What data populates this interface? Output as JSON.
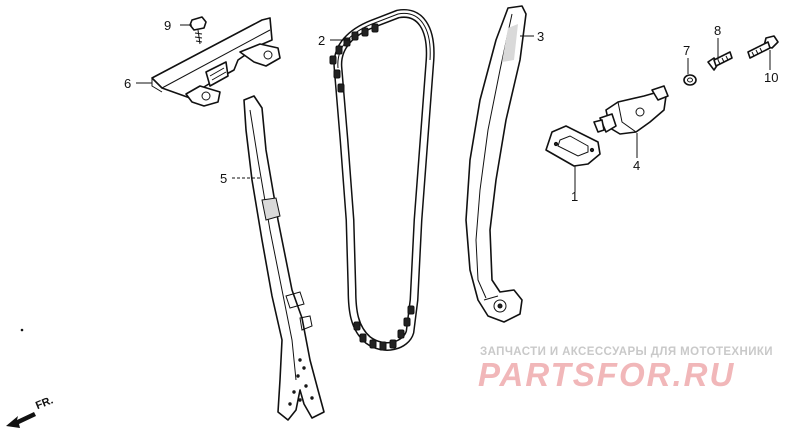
{
  "callouts": {
    "c1": "1",
    "c2": "2",
    "c3": "3",
    "c4": "4",
    "c5": "5",
    "c6": "6",
    "c7": "7",
    "c8": "8",
    "c9": "9",
    "c10": "10"
  },
  "direction_label": "FR.",
  "watermark": {
    "tagline": "ЗАПЧАСТИ И АКСЕССУАРЫ ДЛЯ МОТОТЕХНИКИ",
    "brand": "PARTSFOR.RU"
  },
  "colors": {
    "line": "#111111",
    "watermark_brand": "#f1b7b9",
    "watermark_tagline": "#c9c9c9"
  }
}
